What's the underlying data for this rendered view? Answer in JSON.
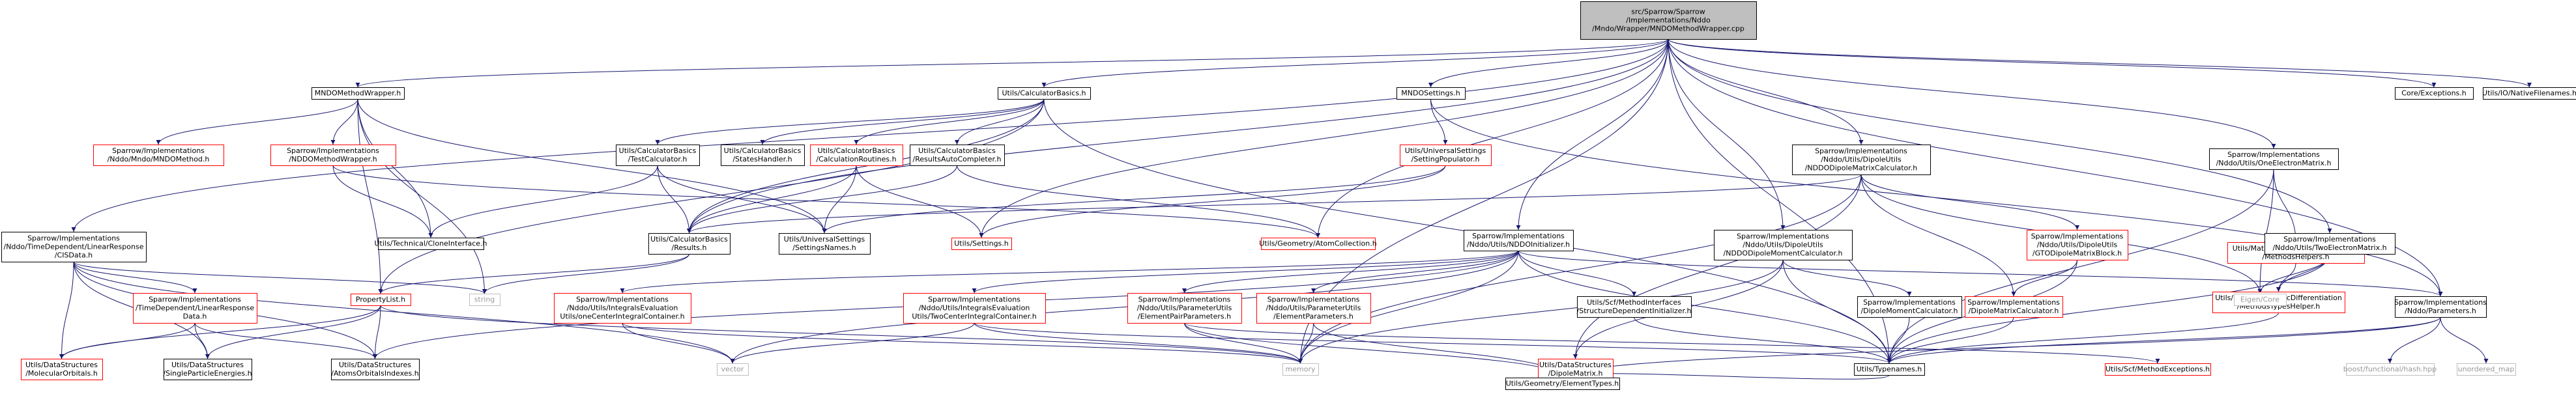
{
  "colors": {
    "root_fill": "#bfbfbf",
    "root_stroke": "#000000",
    "normal_fill": "#ffffff",
    "normal_stroke": "#000000",
    "link_stroke": "#ff0000",
    "external_stroke": "#bfbfbf",
    "edge": "#191970",
    "text": "#000000"
  },
  "nodes": [
    {
      "id": "root",
      "kind": "root",
      "lines": [
        "src/Sparrow/Sparrow",
        "/Implementations/Nddo",
        "/Mndo/Wrapper/MNDOMethodWrapper.cpp"
      ]
    },
    {
      "id": "mndomw",
      "kind": "normal",
      "lines": [
        "MNDOMethodWrapper.h"
      ]
    },
    {
      "id": "calcbasics",
      "kind": "normal",
      "lines": [
        "Utils/CalculatorBasics.h"
      ]
    },
    {
      "id": "mndoset",
      "kind": "normal",
      "lines": [
        "MNDOSettings.h"
      ]
    },
    {
      "id": "dipcalc",
      "kind": "normal",
      "lines": [
        "Sparrow/Implementations",
        "/Nddo/Utils/DipoleUtils",
        "/NDDODipoleMatrixCalculator.h"
      ]
    },
    {
      "id": "oneel",
      "kind": "normal",
      "lines": [
        "Sparrow/Implementations",
        "/Nddo/Utils/OneElectronMatrix.h"
      ]
    },
    {
      "id": "coreexc",
      "kind": "normal",
      "lines": [
        "Core/Exceptions.h"
      ]
    },
    {
      "id": "nativefn",
      "kind": "normal",
      "lines": [
        "Utils/IO/NativeFilenames.h"
      ]
    },
    {
      "id": "cis",
      "kind": "normal",
      "lines": [
        "Sparrow/Implementations",
        "/Nddo/TimeDependent/LinearResponse",
        "/CISData.h"
      ]
    },
    {
      "id": "mndomethod",
      "kind": "link",
      "lines": [
        "Sparrow/Implementations",
        "/Nddo/Mndo/MNDOMethod.h"
      ]
    },
    {
      "id": "nddomw",
      "kind": "link",
      "lines": [
        "Sparrow/Implementations",
        "/NDDOMethodWrapper.h"
      ]
    },
    {
      "id": "testcalc",
      "kind": "normal",
      "lines": [
        "Utils/CalculatorBasics",
        "/TestCalculator.h"
      ]
    },
    {
      "id": "stateshandler",
      "kind": "normal",
      "lines": [
        "Utils/CalculatorBasics",
        "/StatesHandler.h"
      ]
    },
    {
      "id": "calcroutines",
      "kind": "link",
      "lines": [
        "Utils/CalculatorBasics",
        "/CalculationRoutines.h"
      ]
    },
    {
      "id": "resautocomp",
      "kind": "normal",
      "lines": [
        "Utils/CalculatorBasics",
        "/ResultsAutoCompleter.h"
      ]
    },
    {
      "id": "setpop",
      "kind": "link",
      "lines": [
        "Utils/UniversalSettings",
        "/SettingPopulator.h"
      ]
    },
    {
      "id": "autodiffhelp",
      "kind": "link",
      "lines": [
        "Utils/Math/AutomaticDifferentiation",
        "/MethodsHelpers.h"
      ]
    },
    {
      "id": "twoel",
      "kind": "normal",
      "lines": [
        "Sparrow/Implementations",
        "/Nddo/Utils/TwoElectronMatrix.h"
      ]
    },
    {
      "id": "techclone",
      "kind": "normal",
      "lines": [
        "Utils/Technical/CloneInterface.h"
      ]
    },
    {
      "id": "results",
      "kind": "normal",
      "lines": [
        "Utils/CalculatorBasics",
        "/Results.h"
      ]
    },
    {
      "id": "unisetnames",
      "kind": "normal",
      "lines": [
        "Utils/UniversalSettings",
        "/SettingsNames.h"
      ]
    },
    {
      "id": "settings",
      "kind": "link",
      "lines": [
        "Utils/Settings.h"
      ]
    },
    {
      "id": "atomcoll",
      "kind": "link",
      "lines": [
        "Utils/Geometry/AtomCollection.h"
      ]
    },
    {
      "id": "nddoinit",
      "kind": "normal",
      "lines": [
        "Sparrow/Implementations",
        "/Nddo/Utils/NDDOInitializer.h"
      ]
    },
    {
      "id": "dipmomcalc",
      "kind": "normal",
      "lines": [
        "Sparrow/Implementations",
        "/Nddo/Utils/DipoleUtils",
        "/NDDODipoleMomentCalculator.h"
      ]
    },
    {
      "id": "gtodip",
      "kind": "link",
      "lines": [
        "Sparrow/Implementations",
        "/Nddo/Utils/DipoleUtils",
        "/GTODipoleMatrixBlock.h"
      ]
    },
    {
      "id": "autodifftypes",
      "kind": "link",
      "lines": [
        "Utils/Math/AutomaticDifferentiation",
        "/MethodsTypesHelper.h"
      ]
    },
    {
      "id": "eigencore",
      "kind": "external",
      "lines": [
        "Eigen/Core"
      ]
    },
    {
      "id": "tdlr",
      "kind": "link",
      "lines": [
        "Sparrow/Implementations",
        "/TimeDependent/LinearResponse",
        "Data.h"
      ]
    },
    {
      "id": "string",
      "kind": "external",
      "lines": [
        "string"
      ]
    },
    {
      "id": "proplist",
      "kind": "link",
      "lines": [
        "PropertyList.h"
      ]
    },
    {
      "id": "onecenter",
      "kind": "link",
      "lines": [
        "Sparrow/Implementations",
        "/Nddo/Utils/IntegralsEvaluation",
        "Utils/oneCenterIntegralContainer.h"
      ]
    },
    {
      "id": "twocenter",
      "kind": "link",
      "lines": [
        "Sparrow/Implementations",
        "/Nddo/Utils/IntegralsEvaluation",
        "Utils/TwoCenterIntegralContainer.h"
      ]
    },
    {
      "id": "elpair",
      "kind": "link",
      "lines": [
        "Sparrow/Implementations",
        "/Nddo/Utils/ParameterUtils",
        "/ElementPairParameters.h"
      ]
    },
    {
      "id": "elparams",
      "kind": "link",
      "lines": [
        "Sparrow/Implementations",
        "/Nddo/Utils/ParameterUtils",
        "/ElementParameters.h"
      ]
    },
    {
      "id": "structdep",
      "kind": "normal",
      "lines": [
        "Utils/Scf/MethodInterfaces",
        "/StructureDependentInitializer.h"
      ]
    },
    {
      "id": "dipmomcalc2",
      "kind": "normal",
      "lines": [
        "Sparrow/Implementations",
        "/DipoleMomentCalculator.h"
      ]
    },
    {
      "id": "dipmatcalc",
      "kind": "link",
      "lines": [
        "Sparrow/Implementations",
        "/DipoleMatrixCalculator.h"
      ]
    },
    {
      "id": "nddoparams",
      "kind": "normal",
      "lines": [
        "Sparrow/Implementations",
        "/Nddo/Parameters.h"
      ]
    },
    {
      "id": "molorb",
      "kind": "link",
      "lines": [
        "Utils/DataStructures",
        "/MolecularOrbitals.h"
      ]
    },
    {
      "id": "singlepart",
      "kind": "normal",
      "lines": [
        "Utils/DataStructures",
        "/SingleParticleEnergies.h"
      ]
    },
    {
      "id": "atomorb",
      "kind": "normal",
      "lines": [
        "Utils/DataStructures",
        "/AtomsOrbitalsIndexes.h"
      ]
    },
    {
      "id": "vector",
      "kind": "external",
      "lines": [
        "vector"
      ]
    },
    {
      "id": "memory",
      "kind": "external",
      "lines": [
        "memory"
      ]
    },
    {
      "id": "dipmatrix",
      "kind": "link",
      "lines": [
        "Utils/DataStructures",
        "/DipoleMatrix.h"
      ]
    },
    {
      "id": "typenames",
      "kind": "normal",
      "lines": [
        "Utils/Typenames.h"
      ]
    },
    {
      "id": "scfexc",
      "kind": "link",
      "lines": [
        "Utils/Scf/MethodExceptions.h"
      ]
    },
    {
      "id": "boosthash",
      "kind": "external",
      "lines": [
        "boost/functional/hash.hpp"
      ]
    },
    {
      "id": "unorderedmap",
      "kind": "external",
      "lines": [
        "unordered_map"
      ]
    },
    {
      "id": "elemtypes",
      "kind": "normal",
      "lines": [
        "Utils/Geometry/ElementTypes.h"
      ]
    }
  ],
  "edges": [
    [
      "root",
      "mndomw"
    ],
    [
      "root",
      "calcbasics"
    ],
    [
      "root",
      "mndoset"
    ],
    [
      "root",
      "dipcalc"
    ],
    [
      "root",
      "oneel"
    ],
    [
      "root",
      "coreexc"
    ],
    [
      "root",
      "nativefn"
    ],
    [
      "root",
      "cis"
    ],
    [
      "root",
      "nddoinit"
    ],
    [
      "root",
      "dipmomcalc"
    ],
    [
      "root",
      "twoel"
    ],
    [
      "root",
      "nddoparams"
    ],
    [
      "root",
      "atomcoll"
    ],
    [
      "root",
      "settings"
    ],
    [
      "root",
      "memory"
    ],
    [
      "root",
      "typenames"
    ],
    [
      "root",
      "results"
    ],
    [
      "mndomw",
      "mndomethod"
    ],
    [
      "mndomw",
      "nddomw"
    ],
    [
      "mndomw",
      "techclone"
    ],
    [
      "mndomw",
      "proplist"
    ],
    [
      "mndomw",
      "string"
    ],
    [
      "mndomw",
      "unisetnames"
    ],
    [
      "nddomw",
      "techclone"
    ],
    [
      "nddomw",
      "atomcoll"
    ],
    [
      "calcbasics",
      "testcalc"
    ],
    [
      "calcbasics",
      "stateshandler"
    ],
    [
      "calcbasics",
      "calcroutines"
    ],
    [
      "calcbasics",
      "resautocomp"
    ],
    [
      "calcbasics",
      "proplist"
    ],
    [
      "calcbasics",
      "results"
    ],
    [
      "calcbasics",
      "typenames"
    ],
    [
      "testcalc",
      "techclone"
    ],
    [
      "testcalc",
      "results"
    ],
    [
      "testcalc",
      "unisetnames"
    ],
    [
      "calcroutines",
      "results"
    ],
    [
      "calcroutines",
      "settings"
    ],
    [
      "calcroutines",
      "unisetnames"
    ],
    [
      "resautocomp",
      "results"
    ],
    [
      "resautocomp",
      "atomcoll"
    ],
    [
      "mndoset",
      "setpop"
    ],
    [
      "mndoset",
      "nddoparams"
    ],
    [
      "setpop",
      "settings"
    ],
    [
      "setpop",
      "unisetnames"
    ],
    [
      "results",
      "proplist"
    ],
    [
      "results",
      "string"
    ],
    [
      "dipcalc",
      "gtodip"
    ],
    [
      "dipcalc",
      "dipmatrix"
    ],
    [
      "dipcalc",
      "dipmatcalc"
    ],
    [
      "dipcalc",
      "eigencore"
    ],
    [
      "dipcalc",
      "memory"
    ],
    [
      "dipcalc",
      "results"
    ],
    [
      "gtodip",
      "typenames"
    ],
    [
      "gtodip",
      "dipmatcalc"
    ],
    [
      "oneel",
      "autodiffhelp"
    ],
    [
      "oneel",
      "eigencore"
    ],
    [
      "oneel",
      "typenames"
    ],
    [
      "autodiffhelp",
      "autodifftypes"
    ],
    [
      "autodifftypes",
      "typenames"
    ],
    [
      "twoel",
      "eigencore"
    ],
    [
      "twoel",
      "autodifftypes"
    ],
    [
      "twoel",
      "typenames"
    ],
    [
      "cis",
      "tdlr"
    ],
    [
      "cis",
      "molorb"
    ],
    [
      "cis",
      "singlepart"
    ],
    [
      "cis",
      "atomorb"
    ],
    [
      "cis",
      "string"
    ],
    [
      "cis",
      "vector"
    ],
    [
      "tdlr",
      "molorb"
    ],
    [
      "tdlr",
      "singlepart"
    ],
    [
      "tdlr",
      "atomorb"
    ],
    [
      "proplist",
      "molorb"
    ],
    [
      "proplist",
      "singlepart"
    ],
    [
      "proplist",
      "atomorb"
    ],
    [
      "proplist",
      "memory"
    ],
    [
      "nddoinit",
      "onecenter"
    ],
    [
      "nddoinit",
      "twocenter"
    ],
    [
      "nddoinit",
      "elpair"
    ],
    [
      "nddoinit",
      "elparams"
    ],
    [
      "nddoinit",
      "structdep"
    ],
    [
      "nddoinit",
      "nddoparams"
    ],
    [
      "nddoinit",
      "atomorb"
    ],
    [
      "nddoinit",
      "vector"
    ],
    [
      "nddoinit",
      "memory"
    ],
    [
      "nddoinit",
      "typenames"
    ],
    [
      "onecenter",
      "vector"
    ],
    [
      "onecenter",
      "memory"
    ],
    [
      "twocenter",
      "vector"
    ],
    [
      "twocenter",
      "memory"
    ],
    [
      "twocenter",
      "typenames"
    ],
    [
      "elpair",
      "memory"
    ],
    [
      "elpair",
      "scfexc"
    ],
    [
      "elpair",
      "elemtypes"
    ],
    [
      "elparams",
      "memory"
    ],
    [
      "elparams",
      "elemtypes"
    ],
    [
      "structdep",
      "typenames"
    ],
    [
      "dipmomcalc",
      "dipmomcalc2"
    ],
    [
      "dipmomcalc",
      "dipmatrix"
    ],
    [
      "dipmomcalc",
      "memory"
    ],
    [
      "dipmomcalc",
      "typenames"
    ],
    [
      "dipmomcalc2",
      "typenames"
    ],
    [
      "dipmatcalc",
      "typenames"
    ],
    [
      "nddoparams",
      "boosthash"
    ],
    [
      "nddoparams",
      "unorderedmap"
    ],
    [
      "nddoparams",
      "typenames"
    ],
    [
      "nddoparams",
      "elemtypes"
    ],
    [
      "typenames",
      "elemtypes"
    ]
  ]
}
